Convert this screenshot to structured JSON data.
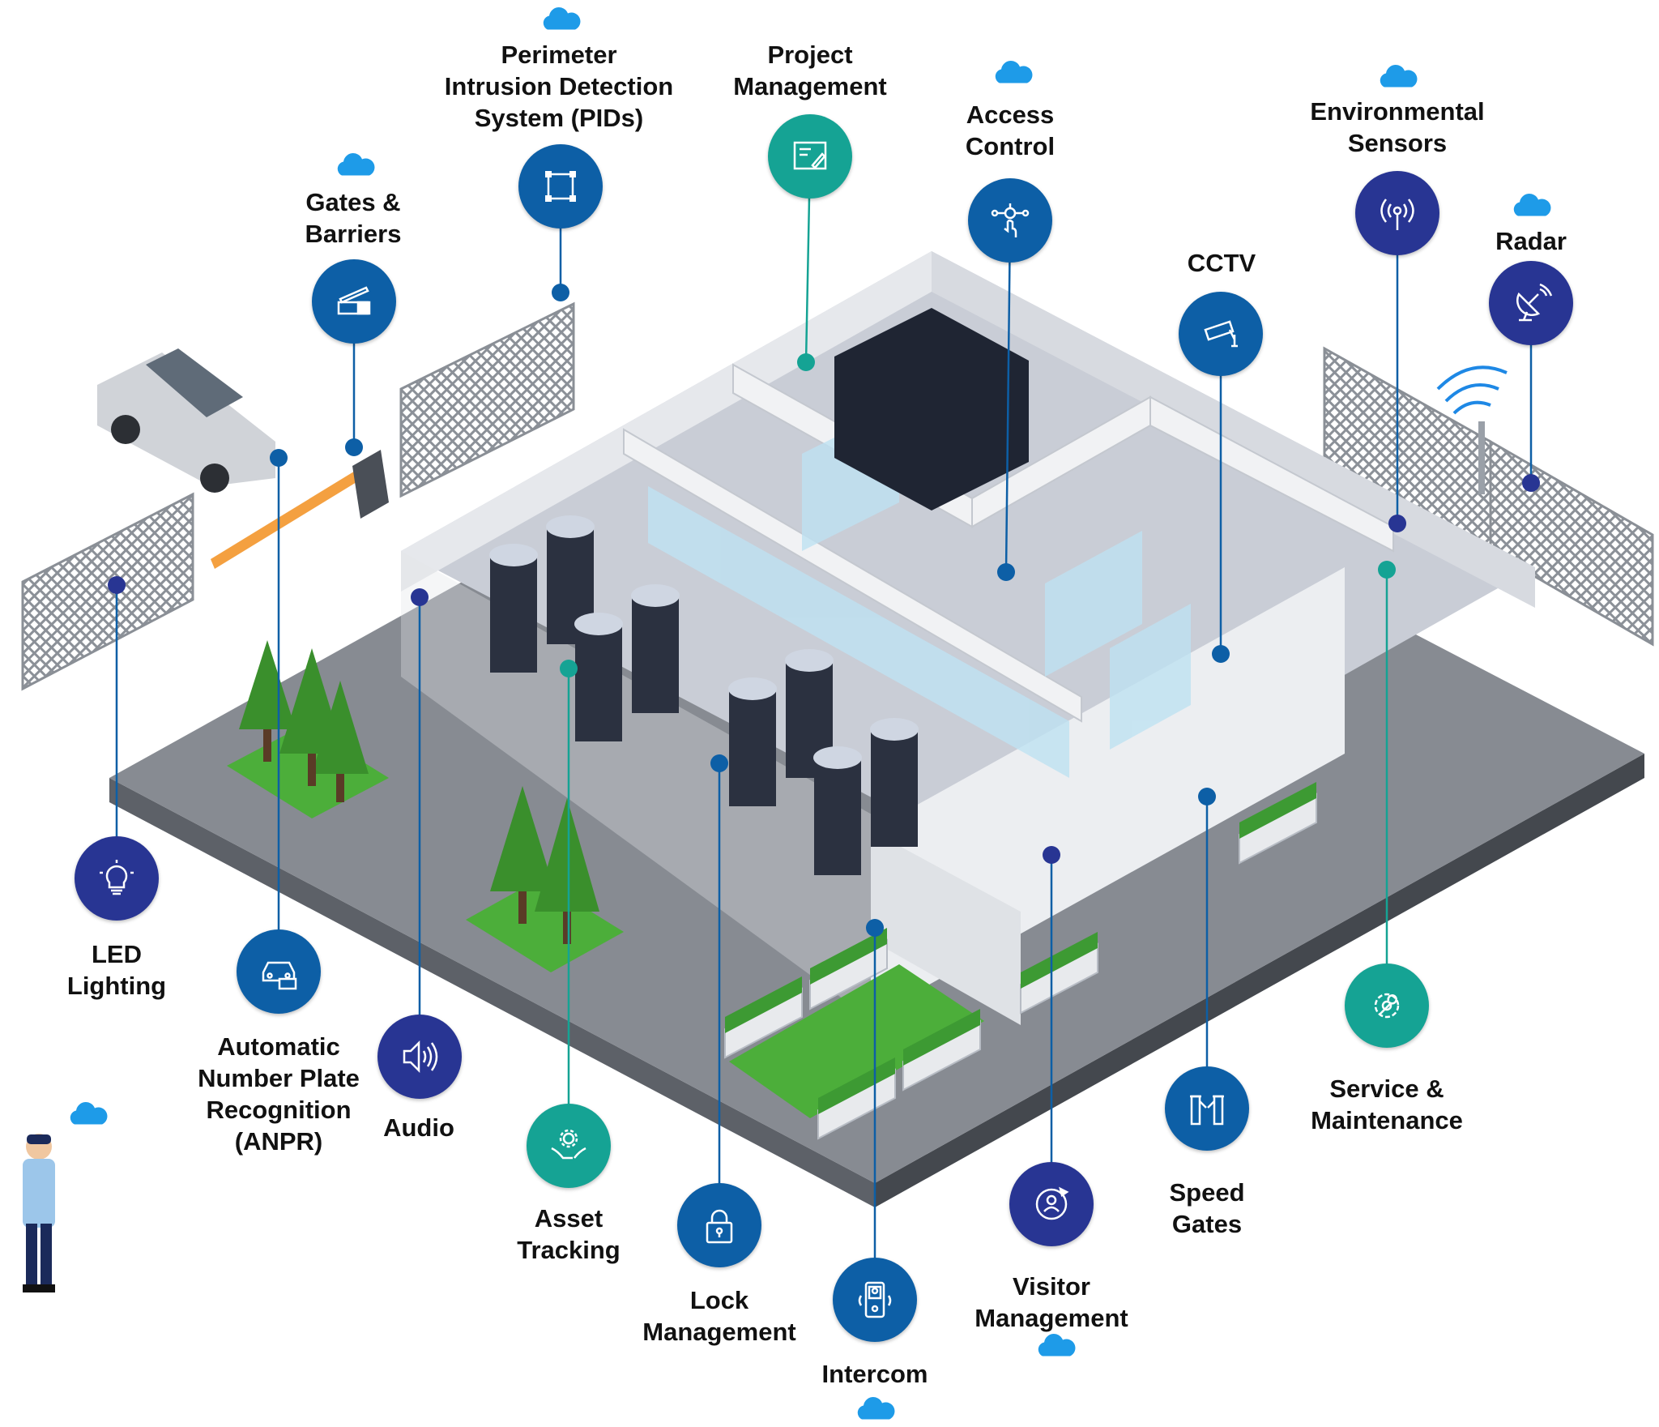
{
  "colors": {
    "navy": "#283593",
    "blue": "#0d5fa6",
    "teal": "#15a394",
    "cloud": "#1e9be8",
    "line_blue": "#0d5fa6",
    "line_teal": "#15a394"
  },
  "features": [
    {
      "id": "perimeter-intrusion-detection",
      "lines": [
        "Perimeter",
        "Intrusion Detection",
        "System (PIDs)"
      ],
      "color": "blue",
      "icon": "frame-icon",
      "cloud": true
    },
    {
      "id": "project-management",
      "lines": [
        "Project",
        "Management"
      ],
      "color": "teal",
      "icon": "blueprint-icon",
      "cloud": false
    },
    {
      "id": "access-control",
      "lines": [
        "Access",
        "Control"
      ],
      "color": "blue",
      "icon": "touch-network-icon",
      "cloud": true
    },
    {
      "id": "environmental-sensors",
      "lines": [
        "Environmental",
        "Sensors"
      ],
      "color": "navy",
      "icon": "antenna-icon",
      "cloud": true
    },
    {
      "id": "gates-barriers",
      "lines": [
        "Gates &",
        "Barriers"
      ],
      "color": "blue",
      "icon": "barrier-icon",
      "cloud": true
    },
    {
      "id": "cctv",
      "lines": [
        "CCTV"
      ],
      "color": "blue",
      "icon": "cctv-camera-icon",
      "cloud": false
    },
    {
      "id": "radar",
      "lines": [
        "Radar"
      ],
      "color": "navy",
      "icon": "radar-dish-icon",
      "cloud": true
    },
    {
      "id": "led-lighting",
      "lines": [
        "LED",
        "Lighting"
      ],
      "color": "navy",
      "icon": "light-bulb-icon",
      "cloud": false
    },
    {
      "id": "anpr",
      "lines": [
        "Automatic",
        "Number Plate",
        "Recognition",
        "(ANPR)"
      ],
      "color": "blue",
      "icon": "car-plate-icon",
      "cloud": false
    },
    {
      "id": "audio",
      "lines": [
        "Audio"
      ],
      "color": "navy",
      "icon": "speaker-icon",
      "cloud": false
    },
    {
      "id": "asset-tracking",
      "lines": [
        "Asset",
        "Tracking"
      ],
      "color": "teal",
      "icon": "hands-gear-icon",
      "cloud": false
    },
    {
      "id": "lock-management",
      "lines": [
        "Lock",
        "Management"
      ],
      "color": "blue",
      "icon": "padlock-icon",
      "cloud": false
    },
    {
      "id": "intercom",
      "lines": [
        "Intercom"
      ],
      "color": "blue",
      "icon": "intercom-icon",
      "cloud": true
    },
    {
      "id": "visitor-management",
      "lines": [
        "Visitor",
        "Management"
      ],
      "color": "navy",
      "icon": "visitor-icon",
      "cloud": true
    },
    {
      "id": "speed-gates",
      "lines": [
        "Speed",
        "Gates"
      ],
      "color": "blue",
      "icon": "turnstile-icon",
      "cloud": false
    },
    {
      "id": "service-maintenance",
      "lines": [
        "Service &",
        "Maintenance"
      ],
      "color": "teal",
      "icon": "wrench-gear-icon",
      "cloud": false
    }
  ],
  "standalone_clouds": [
    "guard-cloud"
  ]
}
